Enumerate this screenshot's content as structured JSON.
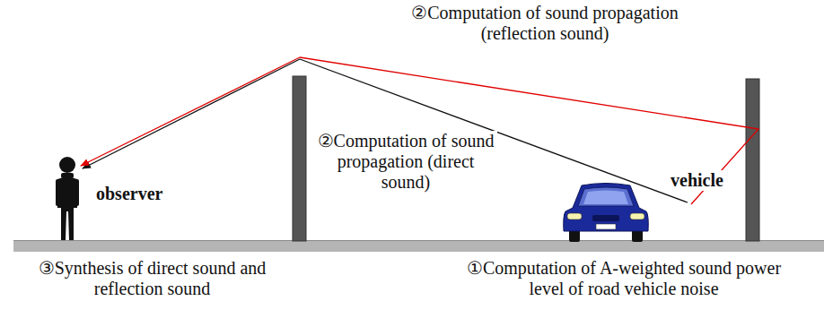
{
  "diagram": {
    "labels": [
      "②Computation of sound propagation (reflection sound)",
      "②Computation of sound propagation (direct sound)",
      "observer",
      "vehicle",
      "③Synthesis of direct sound and reflection sound",
      "①Computation of A-weighted sound power level of road vehicle noise"
    ]
  }
}
